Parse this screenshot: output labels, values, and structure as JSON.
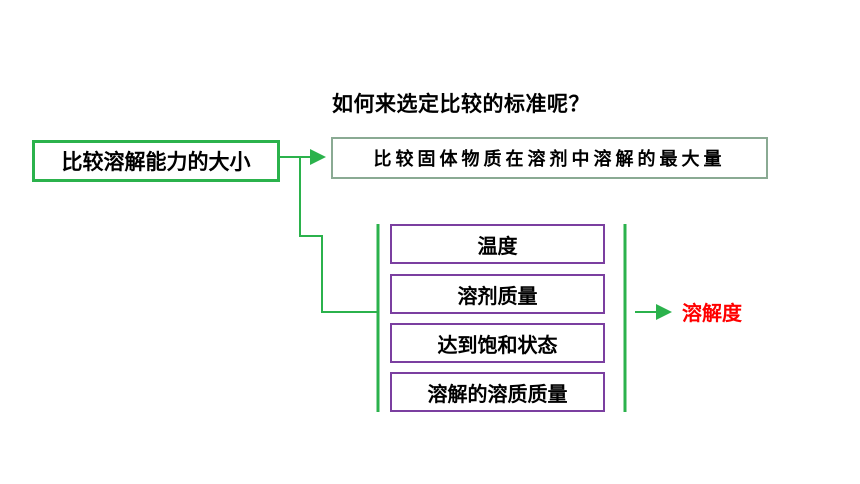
{
  "question": "如何来选定比较的标准呢？",
  "main_topic": "比较溶解能力的大小",
  "answer": "比较固体物质在溶剂中溶解的最大量",
  "factors": [
    "温度",
    "溶剂质量",
    "达到饱和状态",
    "溶解的溶质质量"
  ],
  "result": "溶解度",
  "colors": {
    "connector": "#2bb24c",
    "factor_border": "#7b3fa0",
    "result_text": "#ff0000",
    "answer_border": "#8aaa93"
  }
}
